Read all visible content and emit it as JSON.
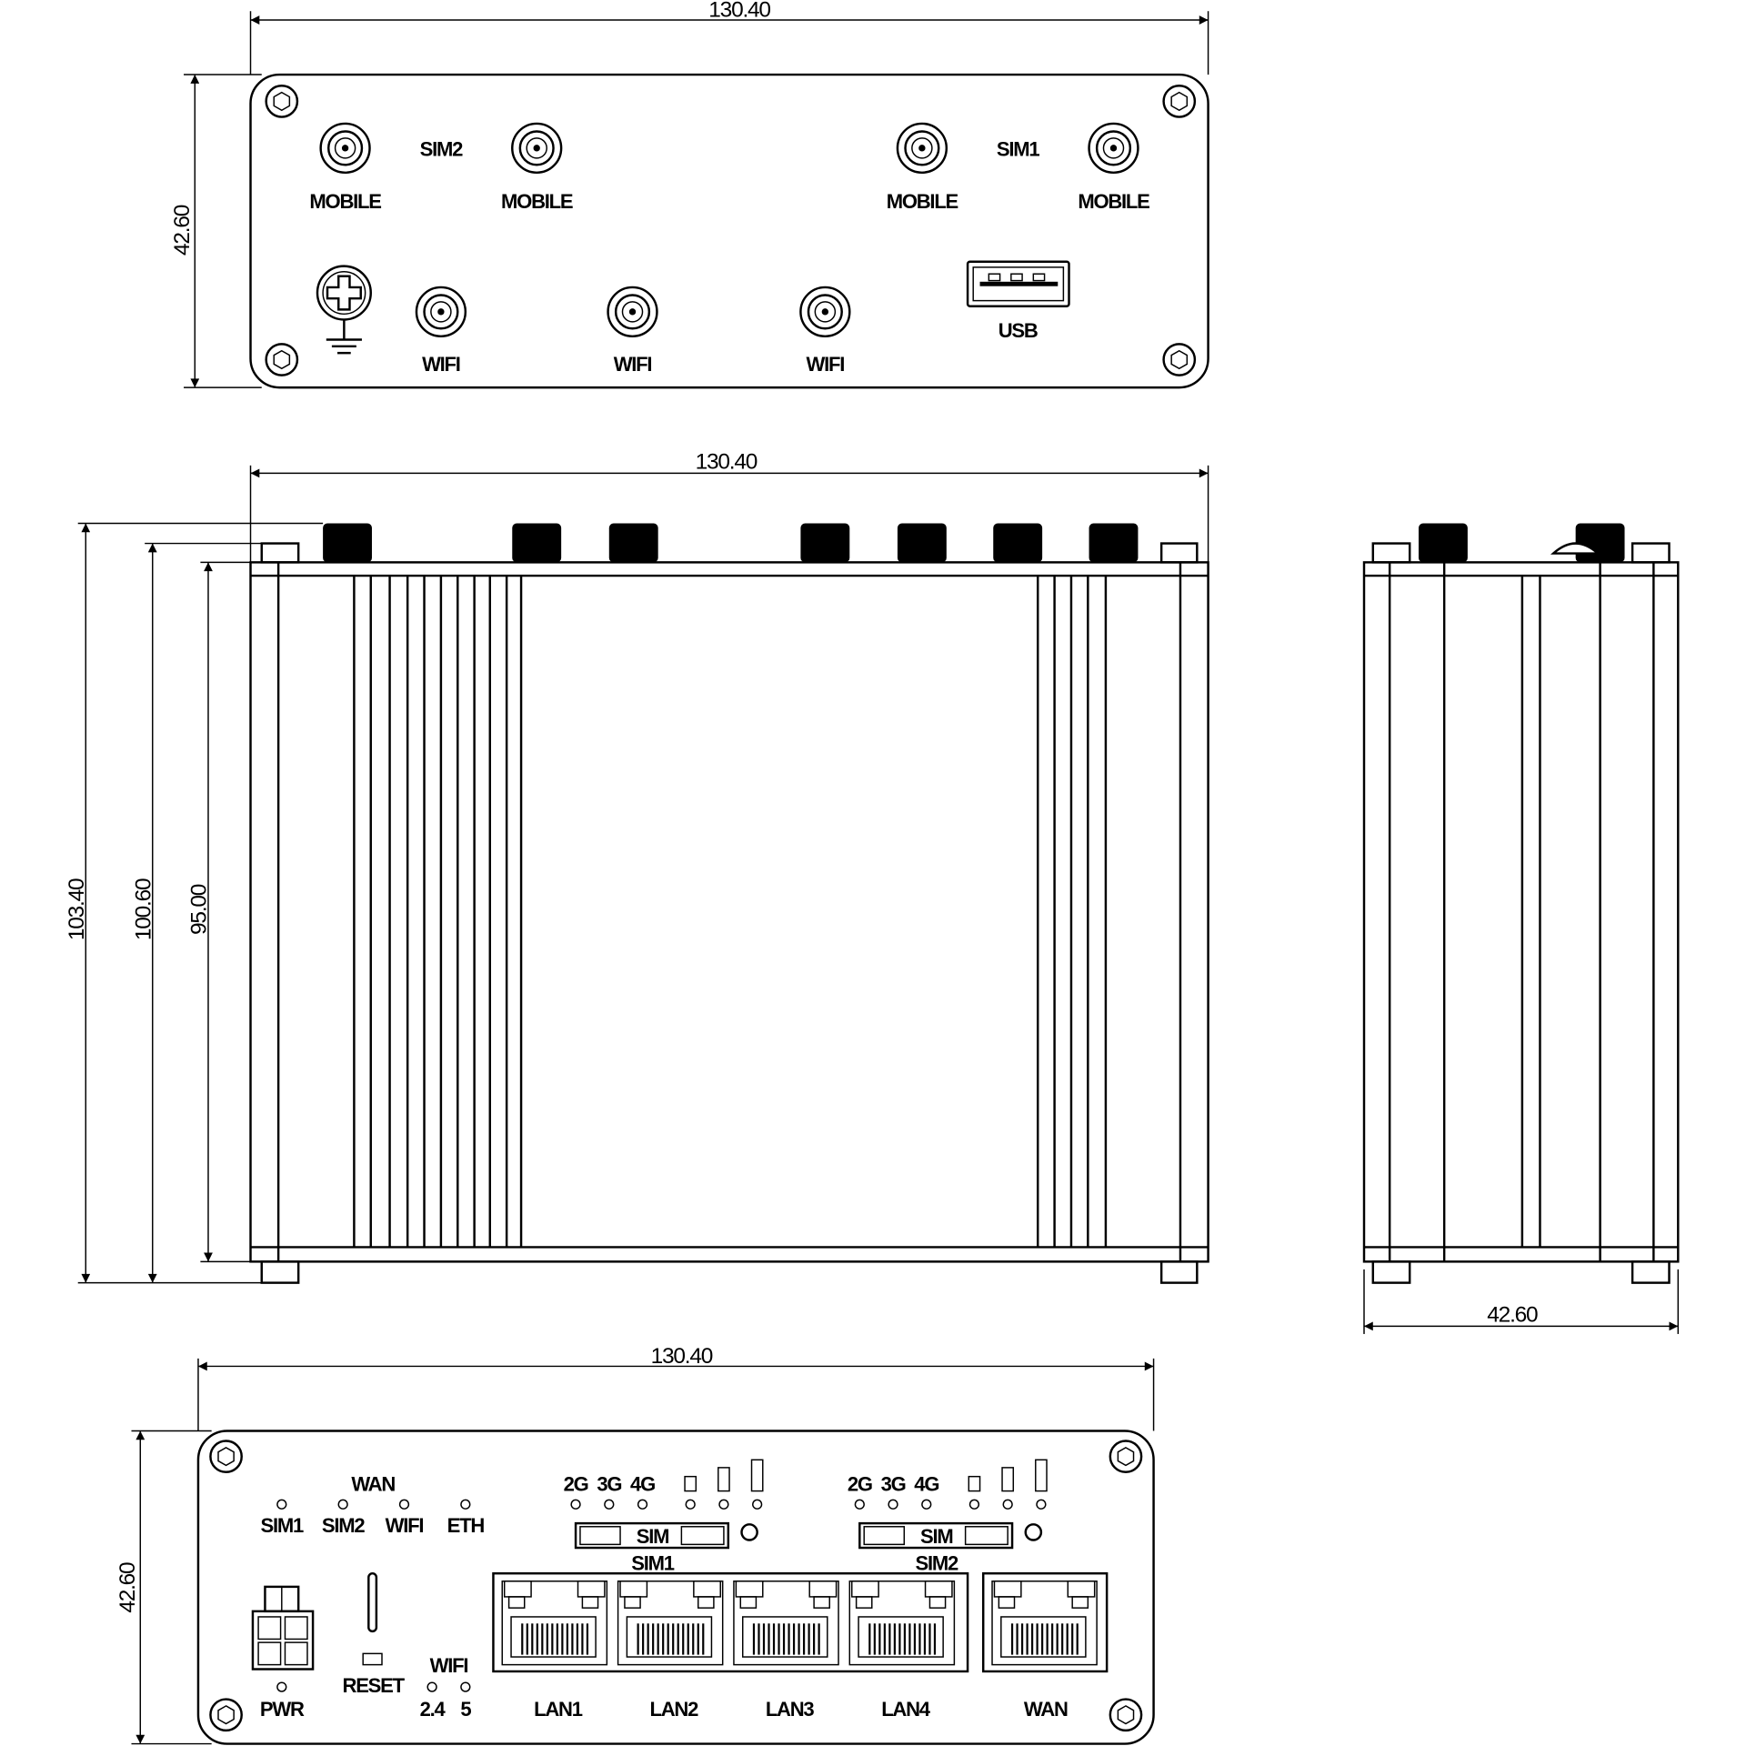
{
  "rear_view": {
    "width_dim": "130.40",
    "height_dim": "42.60",
    "sim2_label": "SIM2",
    "sim1_label": "SIM1",
    "mobile_labels": [
      "MOBILE",
      "MOBILE",
      "MOBILE",
      "MOBILE"
    ],
    "wifi_labels": [
      "WIFI",
      "WIFI",
      "WIFI"
    ],
    "usb_label": "USB"
  },
  "top_view": {
    "width_dim": "130.40",
    "depth_dims": [
      "103.40",
      "100.60",
      "95.00"
    ]
  },
  "side_view": {
    "width_dim": "42.60"
  },
  "front_view": {
    "width_dim": "130.40",
    "height_dim": "42.60",
    "wan_title": "WAN",
    "wan_leds": [
      "SIM1",
      "SIM2",
      "WIFI",
      "ETH"
    ],
    "mobile_leds": [
      "2G",
      "3G",
      "4G"
    ],
    "sim_slot_label": "SIM",
    "sim_slots": [
      "SIM1",
      "SIM2"
    ],
    "pwr_label": "PWR",
    "reset_label": "RESET",
    "wifi_title": "WIFI",
    "wifi_bands": [
      "2.4",
      "5"
    ],
    "ports": [
      "LAN1",
      "LAN2",
      "LAN3",
      "LAN4",
      "WAN"
    ]
  }
}
